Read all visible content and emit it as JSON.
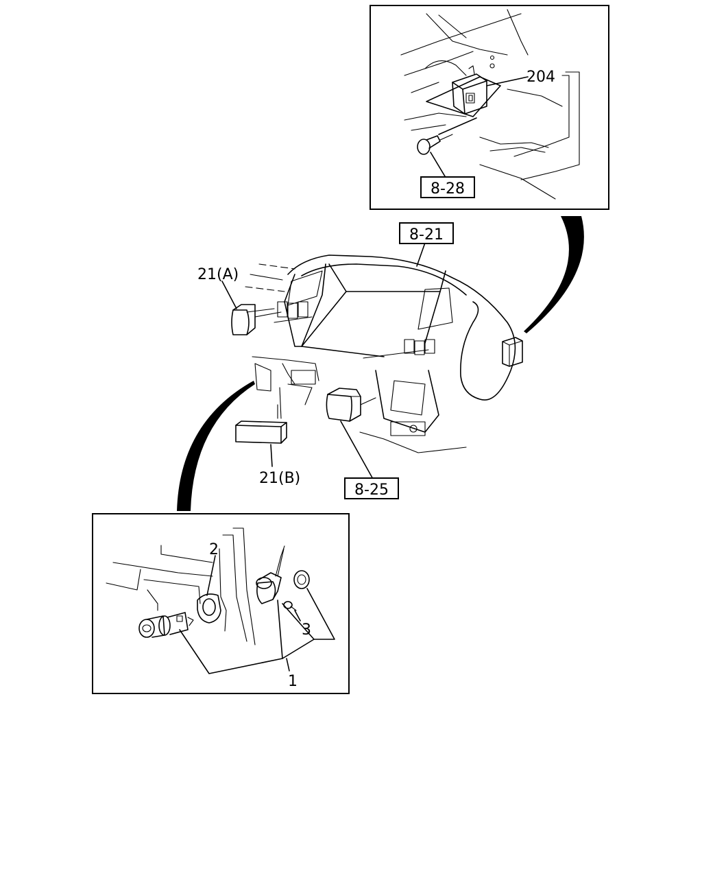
{
  "callouts": {
    "ref_8_28": "8-28",
    "ref_8_21": "8-21",
    "ref_8_25": "8-25",
    "part_204": "204",
    "part_21a": "21(A)",
    "part_21b": "21(B)",
    "part_1": "1",
    "part_2": "2",
    "part_3": "3"
  }
}
